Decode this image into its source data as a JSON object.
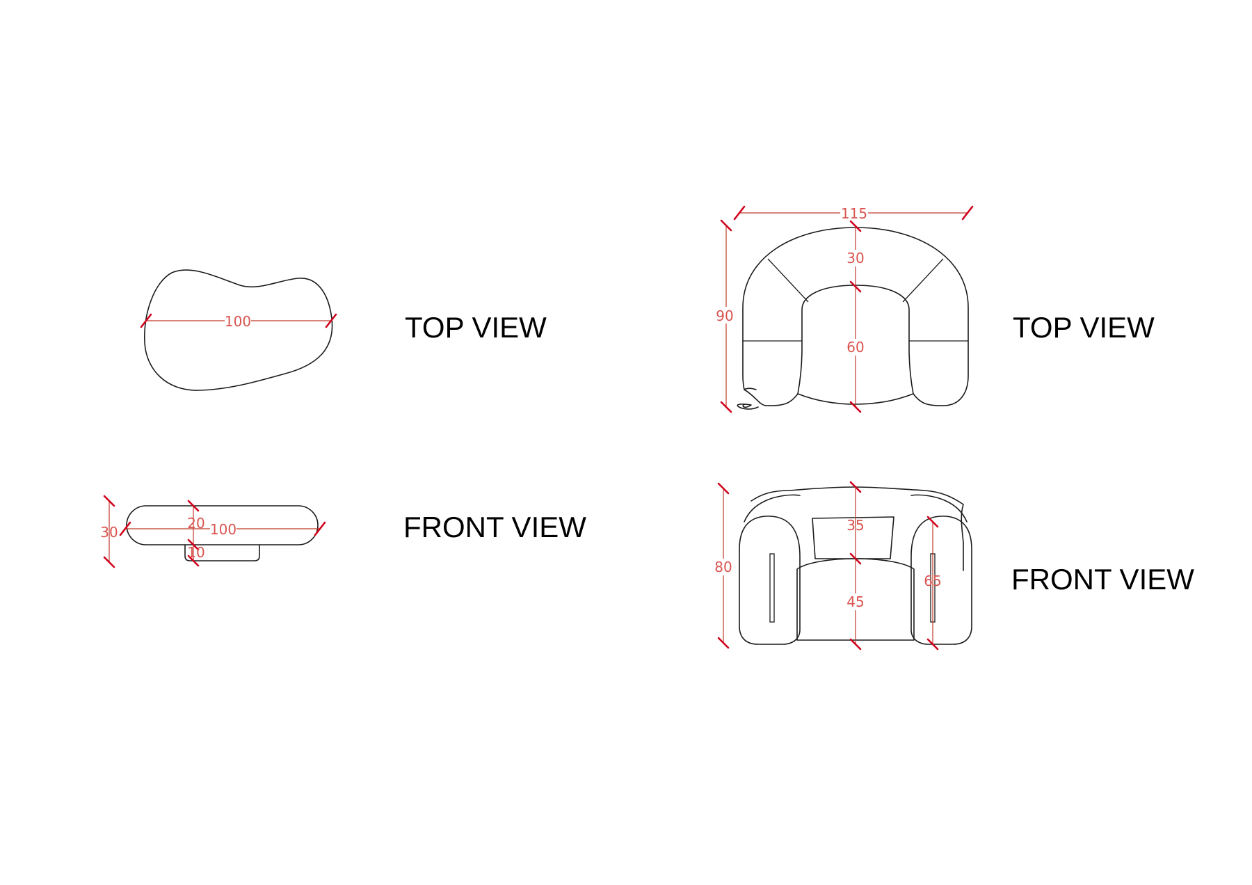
{
  "colors": {
    "outline": "#1a1a1a",
    "dimension": "#c0392b",
    "dimension_tick": "#d0021b",
    "dimension_text": "#d9534f",
    "label": "#000000",
    "background": "#ffffff"
  },
  "table": {
    "top_view": {
      "label": "TOP VIEW",
      "width": "100"
    },
    "front_view": {
      "label": "FRONT VIEW",
      "height": "30",
      "top_thickness": "20",
      "width": "100",
      "base_height": "10"
    }
  },
  "armchair": {
    "top_view": {
      "label": "TOP VIEW",
      "width": "115",
      "depth": "90",
      "backrest_depth": "30",
      "seat_depth": "60"
    },
    "front_view": {
      "label": "FRONT VIEW",
      "height": "80",
      "back_height": "35",
      "seat_height": "45",
      "arm_height": "65"
    }
  }
}
